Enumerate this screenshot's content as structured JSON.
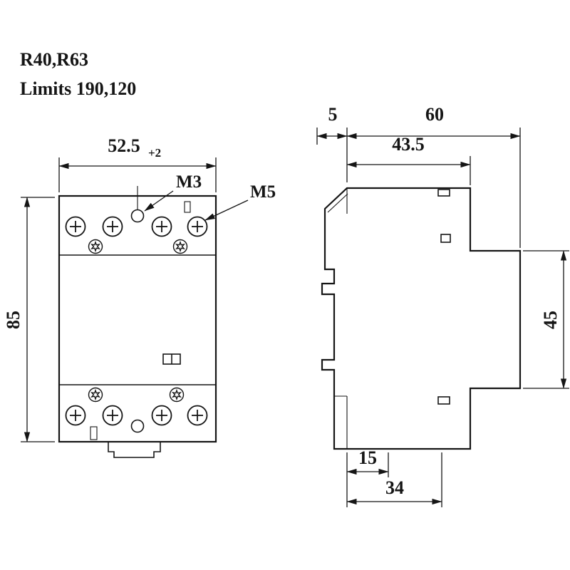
{
  "page": {
    "background": "#ffffff",
    "line_color": "#151515"
  },
  "header": {
    "model": "R40,R63",
    "limits": "Limits 190,120"
  },
  "front_view": {
    "dim_width": "52.5",
    "dim_width_tolerance": "+2",
    "dim_height": "85",
    "label_m3": "M3",
    "label_m5": "M5"
  },
  "side_view": {
    "dim_top_left": "5",
    "dim_top_total": "60",
    "dim_upper": "43.5",
    "dim_right": "45",
    "dim_bottom_inner": "15",
    "dim_bottom_outer": "34"
  }
}
